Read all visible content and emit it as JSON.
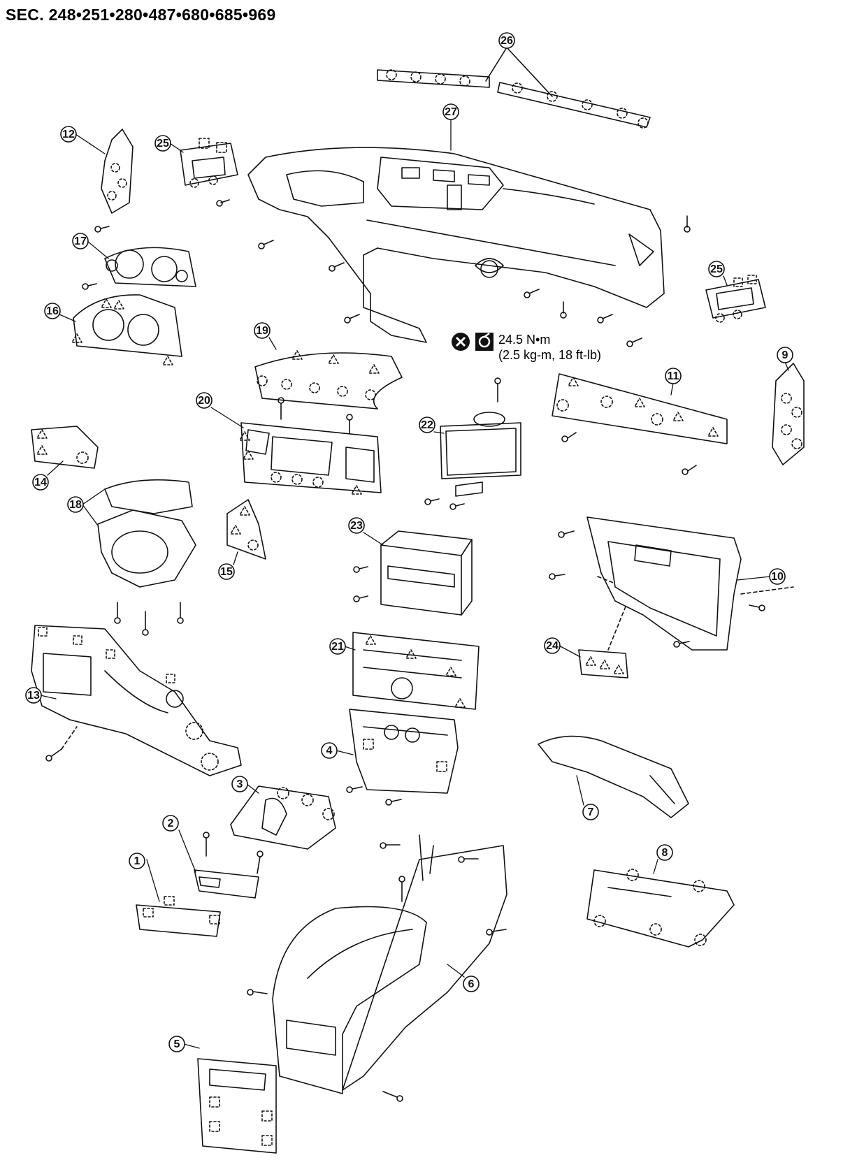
{
  "header": {
    "section_ref": "SEC. 248•251•280•487•680•685•969"
  },
  "spec": {
    "torque": "24.5 N•m",
    "torque_alt": "(2.5 kg-m, 18 ft-lb)",
    "icons": [
      "do-not-reuse-icon",
      "torque-wrench-icon"
    ]
  },
  "callouts": [
    {
      "id": "1",
      "label": "1"
    },
    {
      "id": "2",
      "label": "2"
    },
    {
      "id": "3",
      "label": "3"
    },
    {
      "id": "4",
      "label": "4"
    },
    {
      "id": "5",
      "label": "5"
    },
    {
      "id": "6",
      "label": "6"
    },
    {
      "id": "7",
      "label": "7"
    },
    {
      "id": "8",
      "label": "8"
    },
    {
      "id": "9",
      "label": "9"
    },
    {
      "id": "10",
      "label": "10"
    },
    {
      "id": "11",
      "label": "11"
    },
    {
      "id": "12",
      "label": "12"
    },
    {
      "id": "13",
      "label": "13"
    },
    {
      "id": "14",
      "label": "14"
    },
    {
      "id": "15",
      "label": "15"
    },
    {
      "id": "16",
      "label": "16"
    },
    {
      "id": "17",
      "label": "17"
    },
    {
      "id": "18",
      "label": "18"
    },
    {
      "id": "19",
      "label": "19"
    },
    {
      "id": "20",
      "label": "20"
    },
    {
      "id": "21",
      "label": "21"
    },
    {
      "id": "22",
      "label": "22"
    },
    {
      "id": "23",
      "label": "23"
    },
    {
      "id": "24",
      "label": "24"
    },
    {
      "id": "25a",
      "label": "25"
    },
    {
      "id": "25b",
      "label": "25"
    },
    {
      "id": "26",
      "label": "26"
    },
    {
      "id": "27",
      "label": "27"
    }
  ]
}
